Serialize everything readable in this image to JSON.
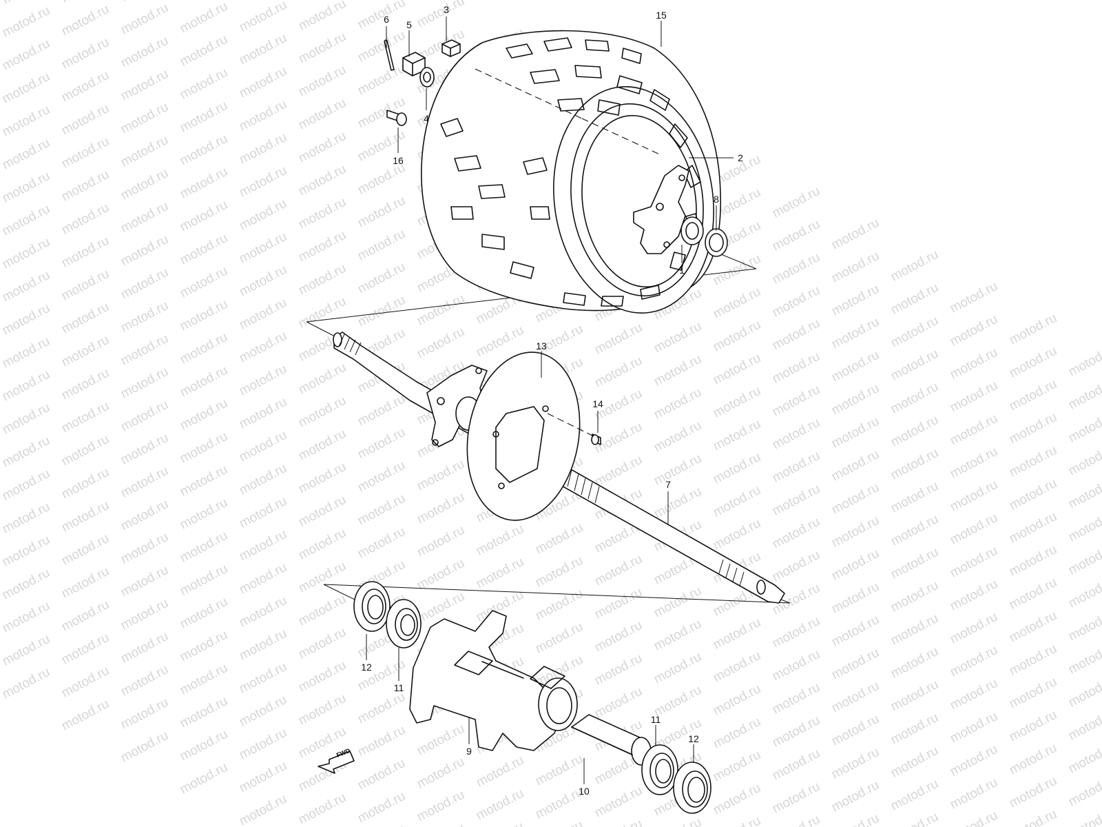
{
  "watermark": "motod.ru",
  "fwd_label": "FWD",
  "callouts": [
    {
      "id": "c6",
      "text": "6"
    },
    {
      "id": "c5",
      "text": "5"
    },
    {
      "id": "c3",
      "text": "3"
    },
    {
      "id": "c15",
      "text": "15"
    },
    {
      "id": "c4",
      "text": "4"
    },
    {
      "id": "c16",
      "text": "16"
    },
    {
      "id": "c2",
      "text": "2"
    },
    {
      "id": "c8",
      "text": "8"
    },
    {
      "id": "c1",
      "text": "1"
    },
    {
      "id": "c13",
      "text": "13"
    },
    {
      "id": "c14",
      "text": "14"
    },
    {
      "id": "c7",
      "text": "7"
    },
    {
      "id": "c12a",
      "text": "12"
    },
    {
      "id": "c11a",
      "text": "11"
    },
    {
      "id": "c9",
      "text": "9"
    },
    {
      "id": "c10",
      "text": "10"
    },
    {
      "id": "c11b",
      "text": "11"
    },
    {
      "id": "c12b",
      "text": "12"
    }
  ]
}
